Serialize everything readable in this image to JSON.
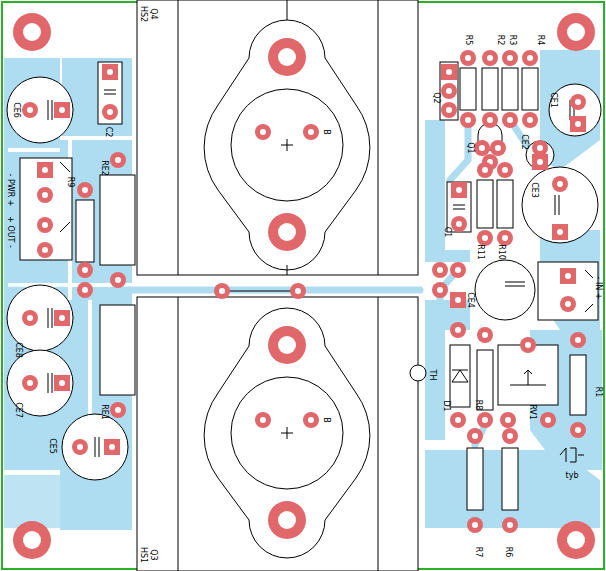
{
  "diagram": {
    "labels": [
      "HS2",
      "Q4",
      "C2",
      "CE6",
      "RE2",
      "R9",
      "- PWR +",
      "+ OUT -",
      "CE8",
      "CE7",
      "CE5",
      "RE1",
      "HS1",
      "Q3",
      "B",
      "B",
      "R5",
      "R2",
      "R3",
      "R4",
      "Q2",
      "Q1",
      "CE2",
      "CE1",
      "C1",
      "R11",
      "R10",
      "CE3",
      "TH",
      "CE4",
      "- IN +",
      "D1",
      "R8",
      "RV1",
      "R1",
      "R7",
      "R6",
      "tyb"
    ]
  }
}
